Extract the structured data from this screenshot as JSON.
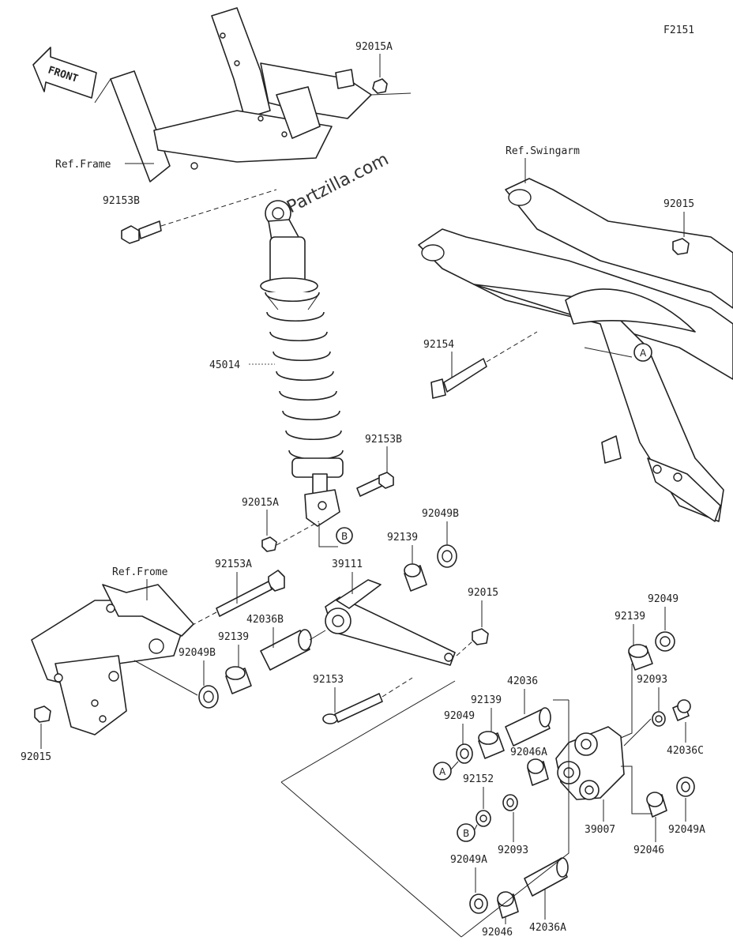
{
  "figure_code": "F2151",
  "watermark": "Partzilla.com",
  "front_label": "FRONT",
  "references": {
    "frame": "Ref.Frame",
    "swingarm": "Ref.Swingarm",
    "frome": "Ref.Frome"
  },
  "callouts": {
    "a": "A",
    "b": "B"
  },
  "parts": [
    "92015A",
    "92153B",
    "45014",
    "92153B",
    "92015A",
    "92015",
    "92154",
    "92049B",
    "92139",
    "39111",
    "92153A",
    "92015",
    "42036B",
    "92139",
    "92049B",
    "92049",
    "92139",
    "92093",
    "92153",
    "42036",
    "92139",
    "92049",
    "42036C",
    "92046A",
    "92152",
    "92093",
    "39007",
    "92046",
    "92049A",
    "92049A",
    "92046",
    "42036A",
    "92015"
  ]
}
